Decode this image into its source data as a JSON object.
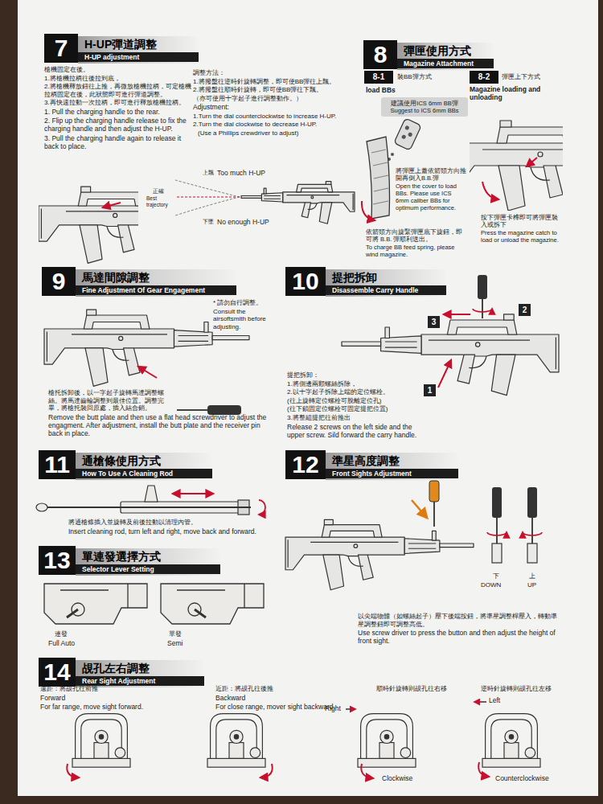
{
  "diagram": {
    "nodes": [
      {
        "text": [
          "7"
        ]
      },
      {
        "text": [
          "H-UP彈道調整",
          "H-UP adjustment"
        ]
      },
      {
        "text": [
          "8"
        ]
      },
      {
        "text": [
          "彈匣使用方式",
          "Magazine Attachment"
        ]
      },
      {
        "text": [
          "8-1"
        ]
      },
      {
        "text": [
          "8-2"
        ]
      },
      {
        "text": [
          "建議使用ICS 6mm BB彈",
          "Suggest to ICS 6mm BBs"
        ]
      },
      {
        "text": [
          "9"
        ]
      },
      {
        "text": [
          "馬達間隙調整",
          "Fine Adjustment Of Gear Engagement"
        ]
      },
      {
        "text": [
          "10"
        ]
      },
      {
        "text": [
          "提把拆卸",
          "Disassemble Carry Handle"
        ]
      },
      {
        "text": [
          "11"
        ]
      },
      {
        "text": [
          "通槍條使用方式",
          "How To Use A Cleaning Rod"
        ]
      },
      {
        "text": [
          "12"
        ]
      },
      {
        "text": [
          "準星高度調整",
          "Front Sights Adjustment"
        ]
      },
      {
        "text": [
          "13"
        ]
      },
      {
        "text": [
          "單連發選擇方式",
          "Selector Lever Setting"
        ]
      },
      {
        "text": [
          "14"
        ]
      },
      {
        "text": [
          "覘孔左右調整",
          "Rear Sight Adjustment"
        ]
      },
      {
        "text": [
          "1"
        ]
      },
      {
        "text": [
          "2"
        ]
      },
      {
        "text": [
          "3"
        ]
      }
    ],
    "labels": [
      "槍機固定在後。",
      "1.將槍機拉柄往後拉到底，",
      "2.將槍機釋放鈕往上推，再微放槍機拉柄，可定槍機拉柄固定在後，此狀態即可進行彈道調整。",
      "3.再快速拉動一次拉柄，即可進行釋放槍機拉柄。",
      "1. Pull the charging handle to the rear.",
      "2. Flip up the charging handle release to fix the charging handle and then adjust the H-UP.",
      "3. Pull the charging handle again to release it back to place.",
      "調整方法：",
      "1.將撥盤往逆時針旋轉調整，即可使BB彈往上飄。",
      "2.將撥盤往順時針旋轉，即可使BB彈往下飄。",
      "（亦可使用十字起子進行調整動作。）",
      "Adjustment:",
      "1.Turn the dial counterclockwise to increase H-UP.",
      "2.Turn the dial clockwise to decrease H-UP.",
      "(Use a Phillips crewdriver to adjust)",
      "上飄",
      "Too much H-UP",
      "正確",
      "Best trajectory",
      "下墜",
      "No enough H-UP",
      "裝BB彈方式",
      "load BBs",
      "彈匣上下方式",
      "Magazine loading and unloading",
      "將彈匣上蓋依箭頭方向推開再倒入B.B.彈",
      "Open the cover to load BBs. Please use ICS 6mm caliber BBs for optimum performance.",
      "依箭頭方向旋緊彈匣底下旋鈕，即可將 B.B. 彈順利送出。",
      "To charge BB feed spring, please wind magazine.",
      "按下彈匣卡榫即可將彈匣裝入或拆下",
      "Press the magazine catch to load or unload the magazine.",
      "* 請勿自行調整。",
      "Consult the airsoftsmith before adjusting.",
      "槍托拆卸後，以一字起子旋轉馬達調整螺絲。將馬達齒輪調整到最佳位置。調整完畢，將槍托裝回原處，插入結合銷。",
      "Remove the butt plate and then use a flat head screwdriver to adjust the engagment. After adjustment, install the butt plate and the receiver pin back in place.",
      "提把拆卸：",
      "1.將側邊兩顆螺絲拆除，",
      "2.以十字起子拆除上端的定位螺栓。",
      "(往上旋轉定位螺栓可脫離定位孔)",
      "(往下鎖固定位螺栓可固定提把位置)",
      "3.將整組提把往前推出",
      "Release 2 screws on the left side and the upper screw. Sild forward the carry handle.",
      "將通槍條插入並旋轉及前後拉動以清理內管。",
      "Insert cleaning rod, turn left and right, move back and forward.",
      "下",
      "DOWN",
      "上",
      "UP",
      "以尖端物體（如螺絲起子）壓下後端按鈕，將準星調整桿壓入，轉動準星調整鈕即可調整高低。",
      "Use screw driver to press the button and then adjust the height of front sight.",
      "連發",
      "Full Auto",
      "單發",
      "Semi",
      "遠距：將覘孔往前推",
      "Forward",
      "For far range, move sight forward.",
      "近距：將覘孔往後推",
      "Backward",
      "For close range, mover sight backward.",
      "順時針旋轉則覘孔往右移",
      "Right",
      "Clockwise",
      "逆時針旋轉則覘孔往左移",
      "Left",
      "Counterclockwise"
    ]
  }
}
